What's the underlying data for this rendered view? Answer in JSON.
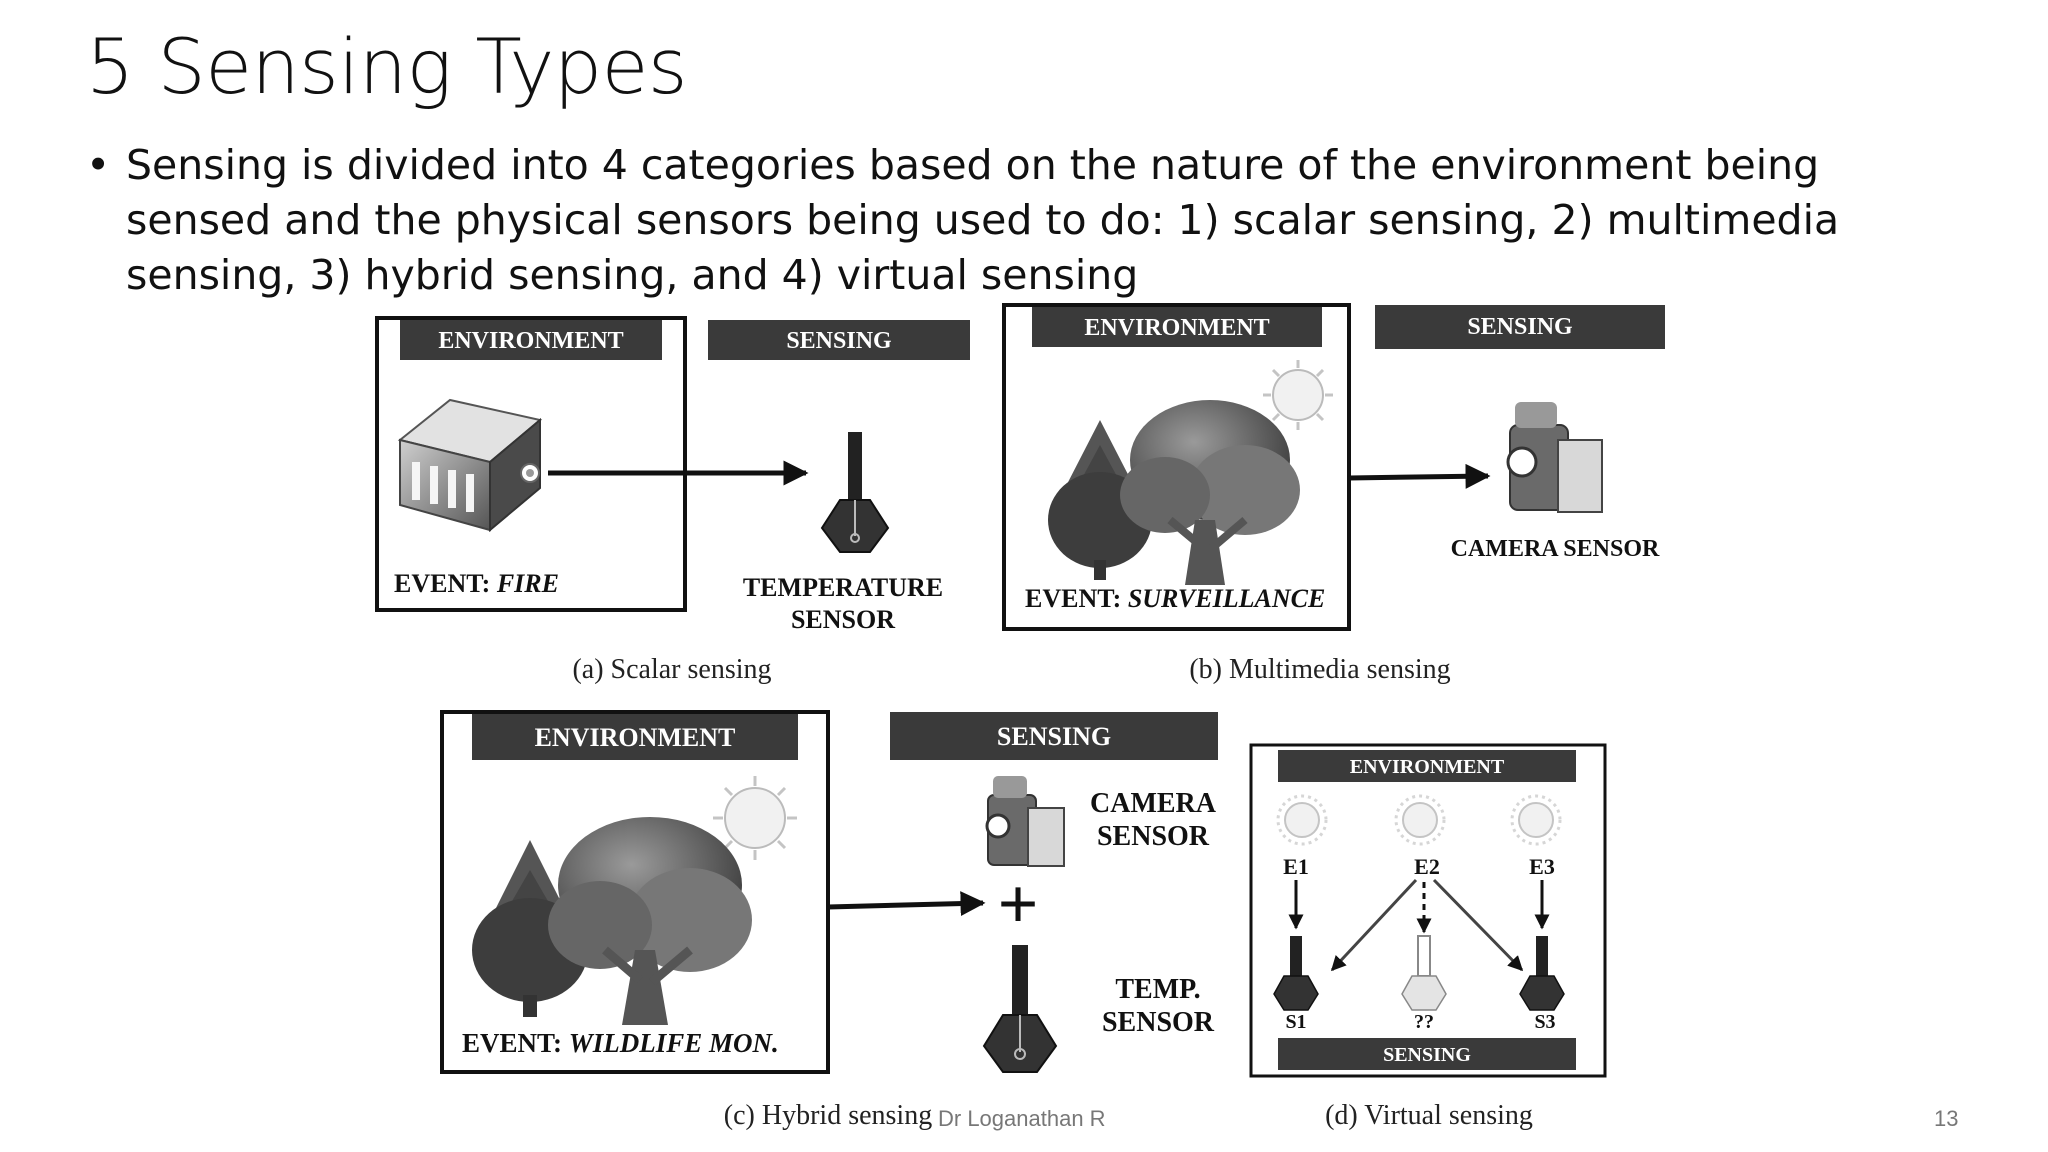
{
  "slide": {
    "title": "5 Sensing Types",
    "bullet": "Sensing is divided into 4 categories based on the nature of the environment being sensed and the physical sensors being used to do: 1) scalar sensing, 2) multimedia sensing, 3) hybrid sensing, and 4) virtual sensing",
    "footer_author": "Dr Loganathan R",
    "page_number": "13"
  },
  "figure": {
    "environment_label": "ENVIRONMENT",
    "sensing_label": "SENSING",
    "panel_a": {
      "event_prefix": "EVENT: ",
      "event_name": "FIRE",
      "sensor_line1": "TEMPERATURE",
      "sensor_line2": "SENSOR",
      "caption": "(a)  Scalar sensing"
    },
    "panel_b": {
      "event_prefix": "EVENT: ",
      "event_name": "SURVEILLANCE",
      "sensor": "CAMERA SENSOR",
      "caption": "(b)  Multimedia sensing"
    },
    "panel_c": {
      "event_prefix": "EVENT: ",
      "event_name": "WILDLIFE MON.",
      "camera_line1": "CAMERA",
      "camera_line2": "SENSOR",
      "temp_line1": "TEMP.",
      "temp_line2": "SENSOR",
      "plus": "+",
      "caption": "(c)  Hybrid sensing"
    },
    "panel_d": {
      "events": [
        "E1",
        "E2",
        "E3"
      ],
      "sensors": [
        "S1",
        "??",
        "S3"
      ],
      "caption": "(d)  Virtual sensing"
    }
  },
  "colors": {
    "label_bar": "#3a3a3a",
    "ink": "#111111",
    "footer": "#777777"
  }
}
